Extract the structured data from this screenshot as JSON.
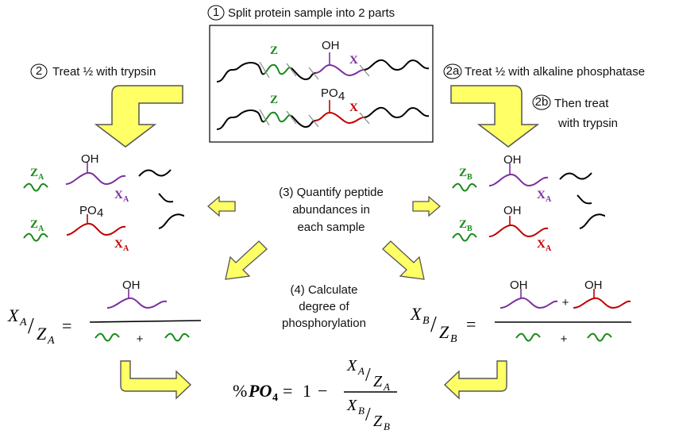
{
  "steps": {
    "s1": {
      "badge": "1",
      "text": "Split protein sample into 2 parts"
    },
    "s2": {
      "badge": "2",
      "text": "Treat ½ with trypsin"
    },
    "s2a": {
      "badge": "2a",
      "text": "Treat ½ with alkaline phosphatase"
    },
    "s2b": {
      "badge": "2b",
      "line1": "Then treat",
      "line2": "with trypsin"
    },
    "s3": {
      "line1": "(3) Quantify peptide",
      "line2": "abundances in",
      "line3": "each sample"
    },
    "s4": {
      "line1": "(4) Calculate",
      "line2": "degree of",
      "line3": "phosphorylation"
    }
  },
  "labels": {
    "z": "Z",
    "x": "X",
    "oh": "OH",
    "po": "PO",
    "four": "4",
    "sub_a": "A",
    "sub_b": "B",
    "plus": "+",
    "equals": "=",
    "slash": "/",
    "one": "1",
    "minus": "−",
    "percent": "%",
    "po4_bold": "PO",
    "po4_bold_sub": "4"
  },
  "colors": {
    "green": "#1a8a1a",
    "purple": "#7b2fa0",
    "red": "#c00000",
    "black": "#000000",
    "arrow_fill": "#ffff66",
    "arrow_stroke": "#555555",
    "cut": "#888888"
  }
}
